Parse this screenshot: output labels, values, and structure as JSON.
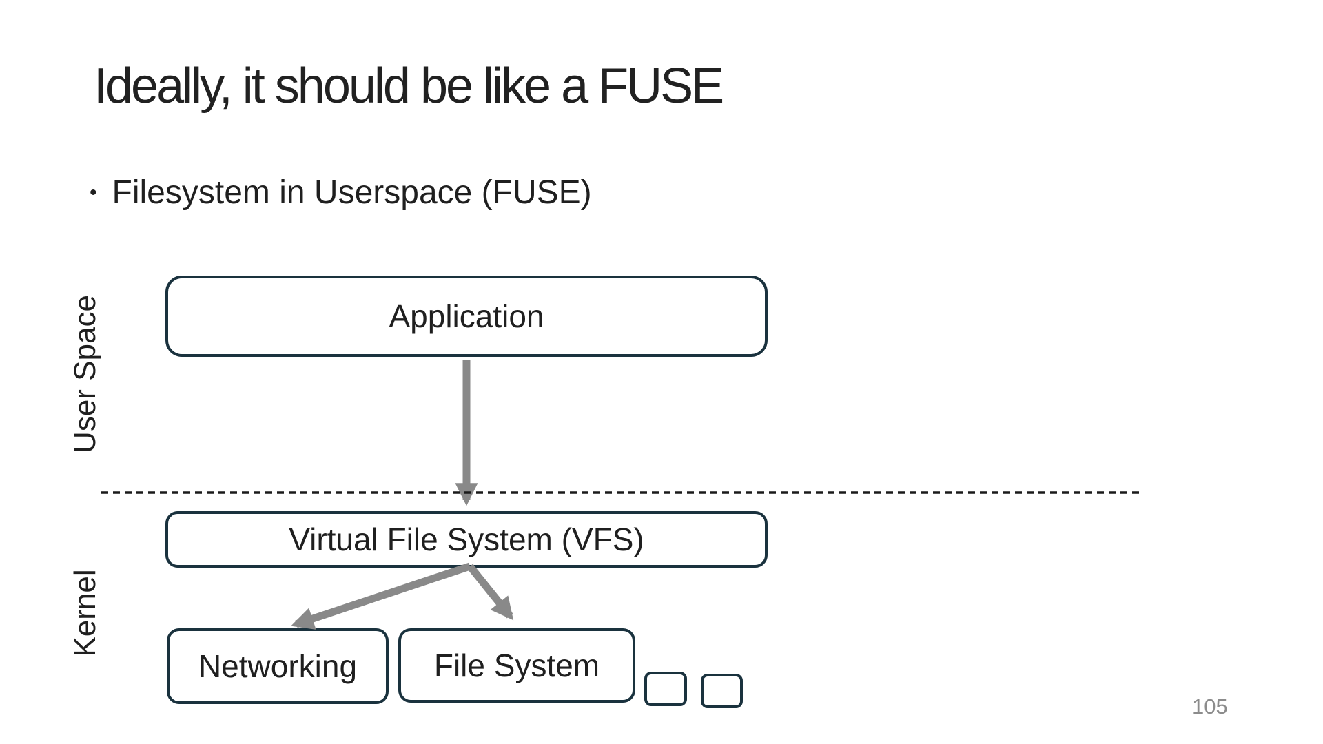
{
  "slide": {
    "title": "Ideally, it should be like a FUSE",
    "bullet_marker": "•",
    "bullet_text": "Filesystem in Userspace (FUSE)",
    "page_number": "105"
  },
  "diagram": {
    "layers": {
      "user_space": "User Space",
      "kernel": "Kernel"
    },
    "boxes": {
      "application": "Application",
      "vfs": "Virtual File System (VFS)",
      "networking": "Networking",
      "file_system": "File System"
    },
    "arrows": [
      "application-to-vfs",
      "vfs-to-networking",
      "vfs-to-file-system"
    ],
    "colors": {
      "box_border": "#1a323e",
      "arrow": "#898989",
      "divider": "#1a1a1a",
      "text": "#1f1f1f",
      "page_number": "#8c8c8c"
    }
  }
}
